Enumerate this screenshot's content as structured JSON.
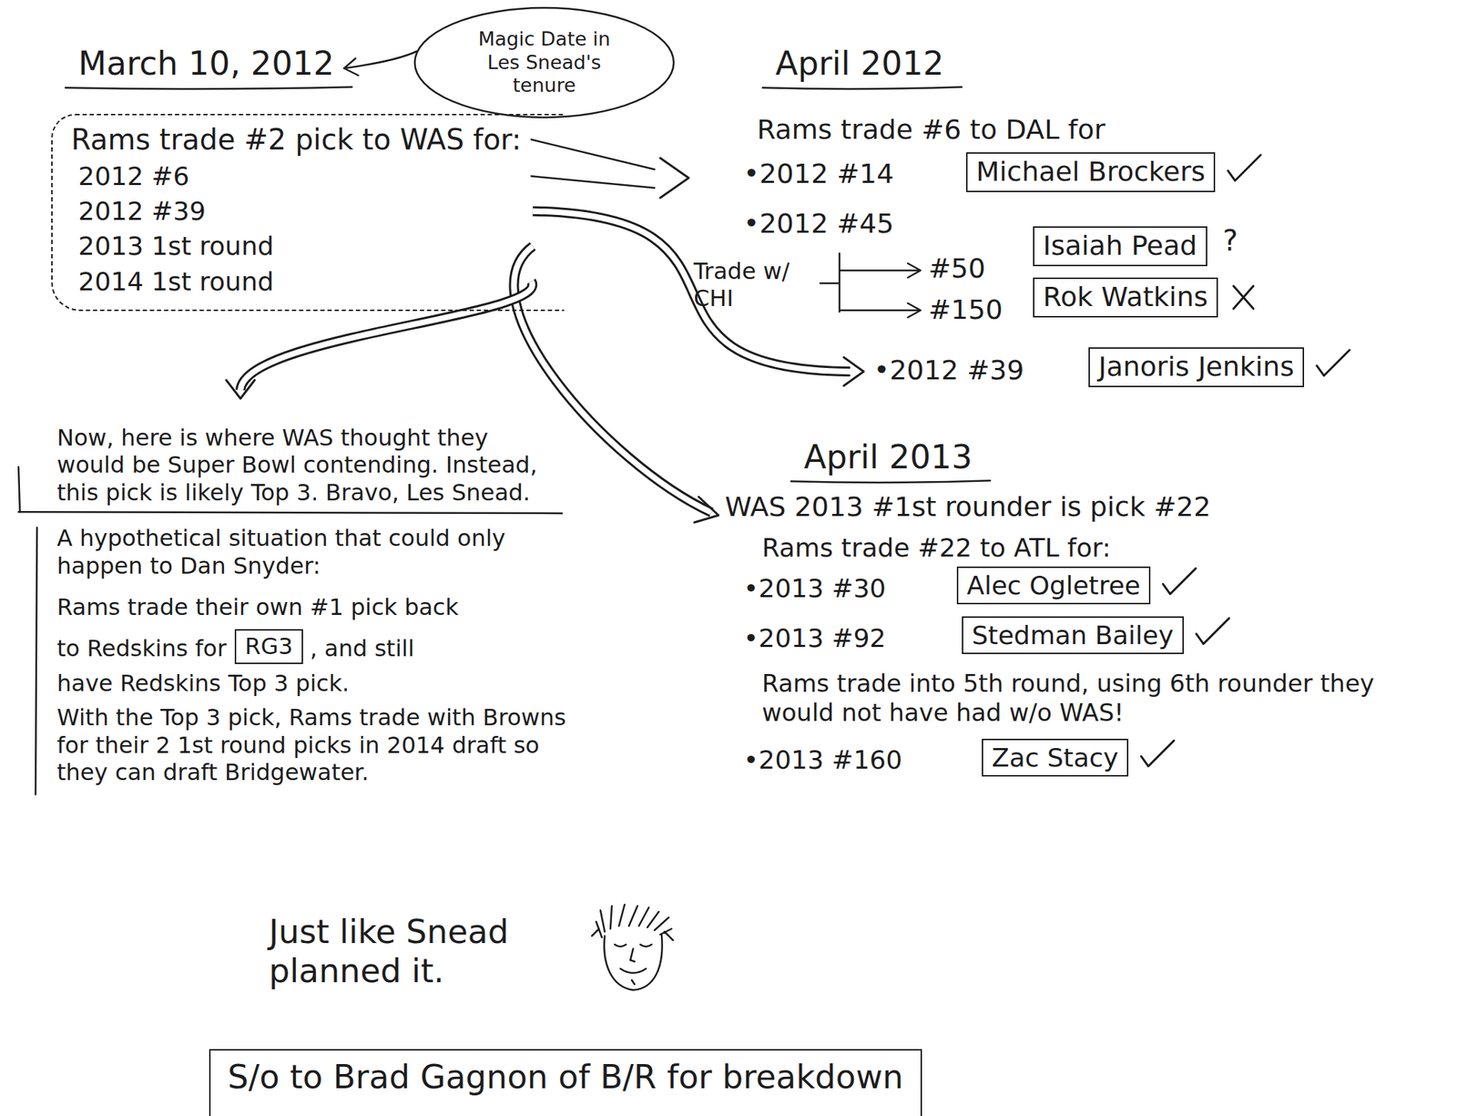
{
  "diagram": {
    "nodes": [
      {
        "text": [
          "Magic Date in Les Snead's tenure"
        ]
      },
      {
        "text": [
          "Rams trade #2 pick to WAS for:",
          "2012 #6",
          "2012 #39",
          "2013 1st round",
          "2014 1st round"
        ]
      },
      {
        "text": [
          "Michael Brockers"
        ]
      },
      {
        "text": [
          "Isaiah Pead"
        ]
      },
      {
        "text": [
          "Rok Watkins"
        ]
      },
      {
        "text": [
          "Janoris Jenkins"
        ]
      },
      {
        "text": [
          "Alec Ogletree"
        ]
      },
      {
        "text": [
          "Stedman Bailey"
        ]
      },
      {
        "text": [
          "Zac Stacy"
        ]
      },
      {
        "text": [
          "RG3"
        ]
      },
      {
        "text": [
          "S/o to Brad Gagnon of B/R for breakdown"
        ]
      }
    ],
    "labels": [
      "March 10, 2012",
      "April 2012",
      "Rams trade #6 to DAL for",
      "•2012 #14",
      "•2012 #45",
      "Trade w/ CHI",
      "#50",
      "#150",
      "?",
      "•2012 #39",
      "April 2013",
      "WAS 2013 #1st rounder is pick #22",
      "Rams trade #22 to ATL for:",
      "•2013 #30",
      "•2013 #92",
      "Rams trade into 5th round, using 6th rounder they would not have had w/o WAS!",
      "•2013 #160",
      "Now, here is where WAS thought they would be Super Bowl contending. Instead, this pick is likely Top 3. Bravo, Les Snead.",
      "A hypothetical situation that could only happen to Dan Snyder:",
      "Rams trade their own #1 pick back",
      "to Redskins for",
      ", and still",
      "have Redskins Top 3 pick.",
      "With the Top 3 pick, Rams trade with Browns for their 2 1st round picks in 2014 draft so they can draft Bridgewater.",
      "Just like Snead planned it."
    ]
  }
}
